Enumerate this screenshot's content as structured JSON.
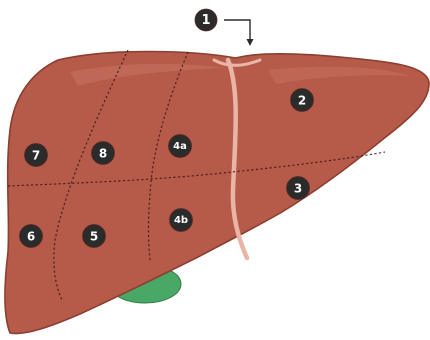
{
  "callout": {
    "number": "1",
    "arrow_icon": "bent-arrow-down-icon"
  },
  "segments": [
    {
      "id": "seg-2",
      "label": "2"
    },
    {
      "id": "seg-3",
      "label": "3"
    },
    {
      "id": "seg-4a",
      "label": "4a"
    },
    {
      "id": "seg-4b",
      "label": "4b"
    },
    {
      "id": "seg-5",
      "label": "5"
    },
    {
      "id": "seg-6",
      "label": "6"
    },
    {
      "id": "seg-7",
      "label": "7"
    },
    {
      "id": "seg-8",
      "label": "8"
    }
  ],
  "colors": {
    "liver": "#b65a4a",
    "liver_edge": "#8c3e31",
    "highlight": "#c97563",
    "ligament": "#e8b5a6",
    "gallbladder": "#49a865",
    "badge": "#2b2b2b"
  }
}
